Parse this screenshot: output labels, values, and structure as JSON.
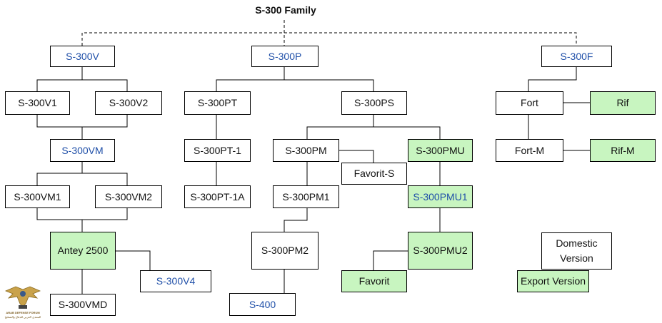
{
  "diagram": {
    "title": "S-300 Family",
    "export_color": "#c8f5c0",
    "domestic_text_color": "#111111",
    "version_name_color": "#1f4fa8",
    "nodes": {
      "s300v": "S-300V",
      "s300p": "S-300P",
      "s300f": "S-300F",
      "s300v1": "S-300V1",
      "s300v2": "S-300V2",
      "s300pt": "S-300PT",
      "s300ps": "S-300PS",
      "fort": "Fort",
      "rif": "Rif",
      "s300vm": "S-300VM",
      "s300pt1": "S-300PT-1",
      "s300pm": "S-300PM",
      "s300pmu": "S-300PMU",
      "fortm": "Fort-M",
      "rifm": "Rif-M",
      "favorits": "Favorit-S",
      "s300vm1": "S-300VM1",
      "s300vm2": "S-300VM2",
      "s300pt1a": "S-300PT-1A",
      "s300pm1": "S-300PM1",
      "s300pmu1": "S-300PMU1",
      "antey2500": "Antey 2500",
      "s300pm2": "S-300PM2",
      "s300pmu2": "S-300PMU2",
      "s300v4": "S-300V4",
      "favorit": "Favorit",
      "s300vmd": "S-300VMD",
      "s400": "S-400"
    },
    "legend": {
      "domestic": "Domestic Version",
      "export": "Export Version"
    }
  },
  "watermark": {
    "logo": "eagle-emblem-icon",
    "line1": "ARAB DEFENSE FORUM",
    "line2": "المنتدى العربي للدفاع والتسليح"
  }
}
